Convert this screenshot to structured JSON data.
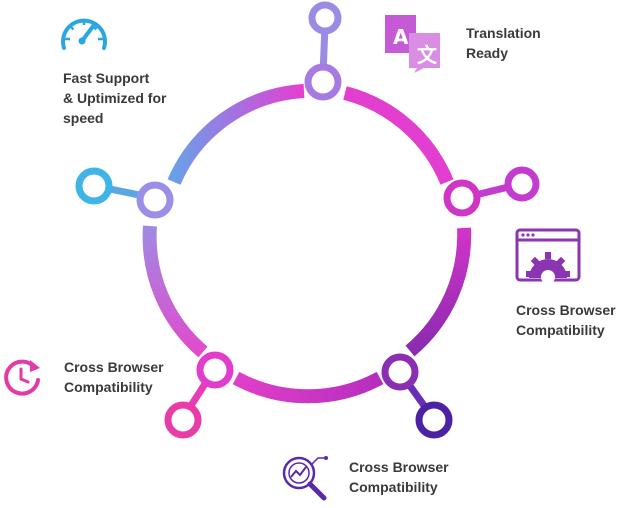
{
  "features": [
    {
      "id": "translation",
      "lines": [
        "Translation",
        "Ready"
      ],
      "icon": "translate-icon",
      "color": "#c65ad6"
    },
    {
      "id": "browser-1",
      "lines": [
        "Cross Browser",
        "Compatibility"
      ],
      "icon": "browser-gear-icon",
      "color": "#8c35b2"
    },
    {
      "id": "browser-2",
      "lines": [
        "Cross Browser",
        "Compatibility"
      ],
      "icon": "magnifier-chart-icon",
      "color": "#5b2aa8"
    },
    {
      "id": "browser-3",
      "lines": [
        "Cross Browser",
        "Compatibility"
      ],
      "icon": "clock-refresh-icon",
      "color": "#e23aa8"
    },
    {
      "id": "support",
      "lines": [
        "Fast Support",
        "& Uptimized for",
        "speed"
      ],
      "icon": "speedometer-icon",
      "color": "#2aa6e0"
    }
  ],
  "colors": {
    "ring_blue": "#6aa0e8",
    "ring_violet": "#a86ee0",
    "ring_magenta": "#e53fcf",
    "ring_purple": "#8a2bb0",
    "node_light_blue": "#44b0e6",
    "node_dark_purple": "#4a22a3",
    "text": "#3a3a3a"
  }
}
